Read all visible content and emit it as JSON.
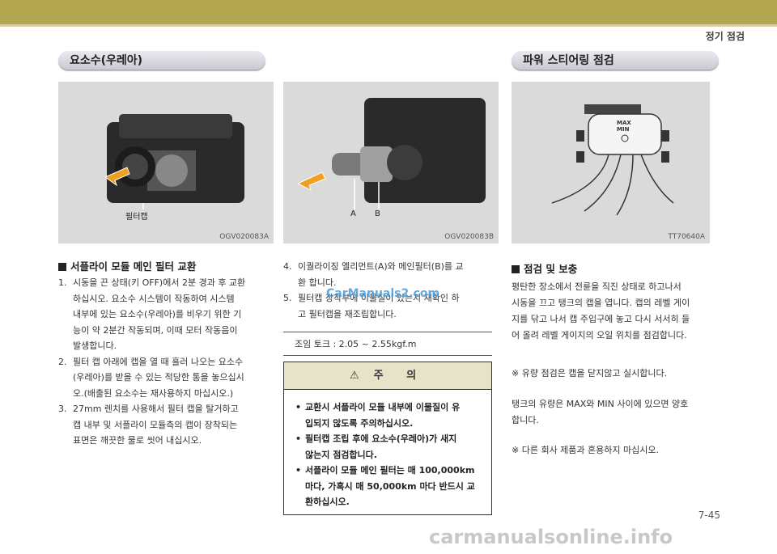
{
  "header": {
    "section": "정기 점검"
  },
  "left": {
    "pill_title": "요소수(우레아)",
    "photo1": {
      "callout": "필터캡",
      "code": "OGV020083A"
    },
    "photo2": {
      "label_a": "A",
      "label_b": "B",
      "code": "OGV020083B"
    },
    "section_title": "서플라이 모듈 메인 필터 교환",
    "steps": [
      {
        "num": "1.",
        "lines": [
          "시동을 끈 상태(키 OFF)에서 2분 경과 후 교환",
          "하십시오. 요소수 시스템이 작동하여 시스템",
          "내부에 있는 요소수(우레아)를 비우기 위한 기",
          "능이 약 2분간 작동되며, 이때 모터 작동음이",
          "발생합니다."
        ]
      },
      {
        "num": "2.",
        "lines": [
          "필터 캡 아래에 캡을 열 때 흘러 나오는 요소수",
          "(우레아)를 받을 수 있는 적당한 통을 놓으십시",
          "오.(배출된 요소수는 재사용하지 마십시오.)"
        ]
      },
      {
        "num": "3.",
        "lines": [
          "27mm 렌치를 사용해서 필터 캡을 탈거하고",
          "캡 내부 및 서플라이 모듈측의 캡이 장착되는",
          "표면은 깨끗한 물로 씻어 내십시오."
        ]
      }
    ]
  },
  "middle": {
    "steps": [
      {
        "num": "4.",
        "lines": [
          "이퀄라이징 엘리먼트(A)와 메인필터(B)를 교",
          "환 합니다."
        ]
      },
      {
        "num": "5.",
        "lines": [
          "필터캡 장착부에 이물질이 있는지 재확인 하",
          "고 필터캡을 재조립합니다."
        ]
      }
    ],
    "torque": "조임 토크 : 2.05 ~ 2.55kgf.m",
    "caution": {
      "title": "주 의",
      "items": [
        [
          "교환시 서플라이 모듈 내부에 이물질이 유",
          "입되지 않도록 주의하십시오."
        ],
        [
          "필터캡 조립 후에 요소수(우레아)가 새지",
          "않는지 점검합니다."
        ],
        [
          "서플라이 모듈 메인 필터는 매 100,000km",
          "마다, 가혹시 매 50,000km 마다 반드시 교",
          "환하십시오."
        ]
      ]
    },
    "watermark": "CarManuals2.com"
  },
  "right": {
    "pill_title": "파워 스티어링 점검",
    "photo": {
      "max_label": "MAX",
      "min_label": "MIN",
      "code": "TT70640A"
    },
    "section_title": "점검 및 보충",
    "para1": [
      "평탄한 장소에서 전륜을 직진 상태로 하고나서",
      "시동을 끄고 탱크의 캡을 엽니다. 캡의 레벨 게이",
      "지를 닦고 나서 캡 주입구에 놓고 다시 서서히 들",
      "어 올려 레벨 게이지의 오일 위치를 점검합니다."
    ],
    "note1": "※ 유량 점검은 캡을 닫지않고 실시합니다.",
    "para2": [
      "탱크의 유량은 MAX와 MIN 사이에 있으면 양호",
      "합니다."
    ],
    "note2": "※ 다른 회사 제품과 혼용하지 마십시오."
  },
  "footer": {
    "page": "7-45",
    "site": "carmanualsonline.info"
  }
}
